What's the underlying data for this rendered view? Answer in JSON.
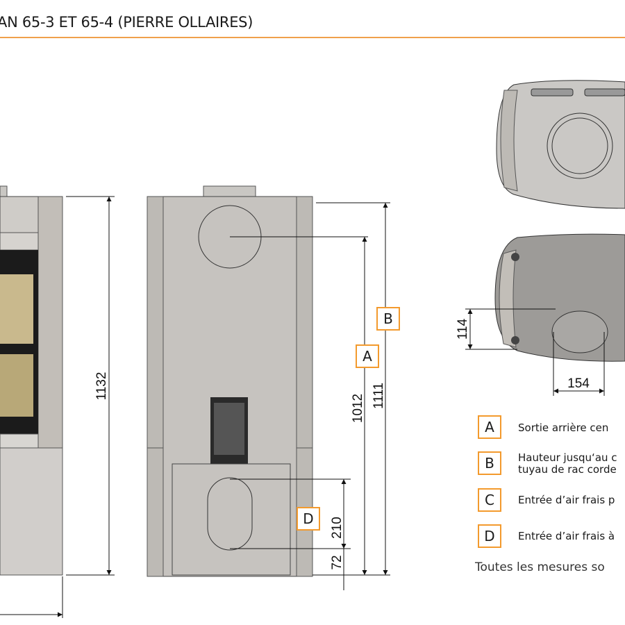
{
  "title": "AN 65-3 ET 65-4 (PIERRE OLLAIRES)",
  "dimensions": {
    "front_height": "1132",
    "rear_outlet_height": "1012",
    "pipe_height": "1111",
    "air_inlet_height": "210",
    "air_inlet_bottom": "72",
    "bottom_depth": "114",
    "bottom_width": "154"
  },
  "markers": {
    "a": "A",
    "b": "B",
    "d": "D"
  },
  "legend": [
    {
      "key": "A",
      "text": "Sortie arrière cen"
    },
    {
      "key": "B",
      "text": "Hauteur jusqu‘au c",
      "text2": "tuyau de rac corde"
    },
    {
      "key": "C",
      "text": "Entrée d’air frais p"
    },
    {
      "key": "D",
      "text": "Entrée d’air frais à"
    }
  ],
  "footer": "Toutes les mesures so",
  "colors": {
    "accent": "#f39a2d",
    "stone": "#c9c7c3",
    "body": "#c6c3bf"
  }
}
